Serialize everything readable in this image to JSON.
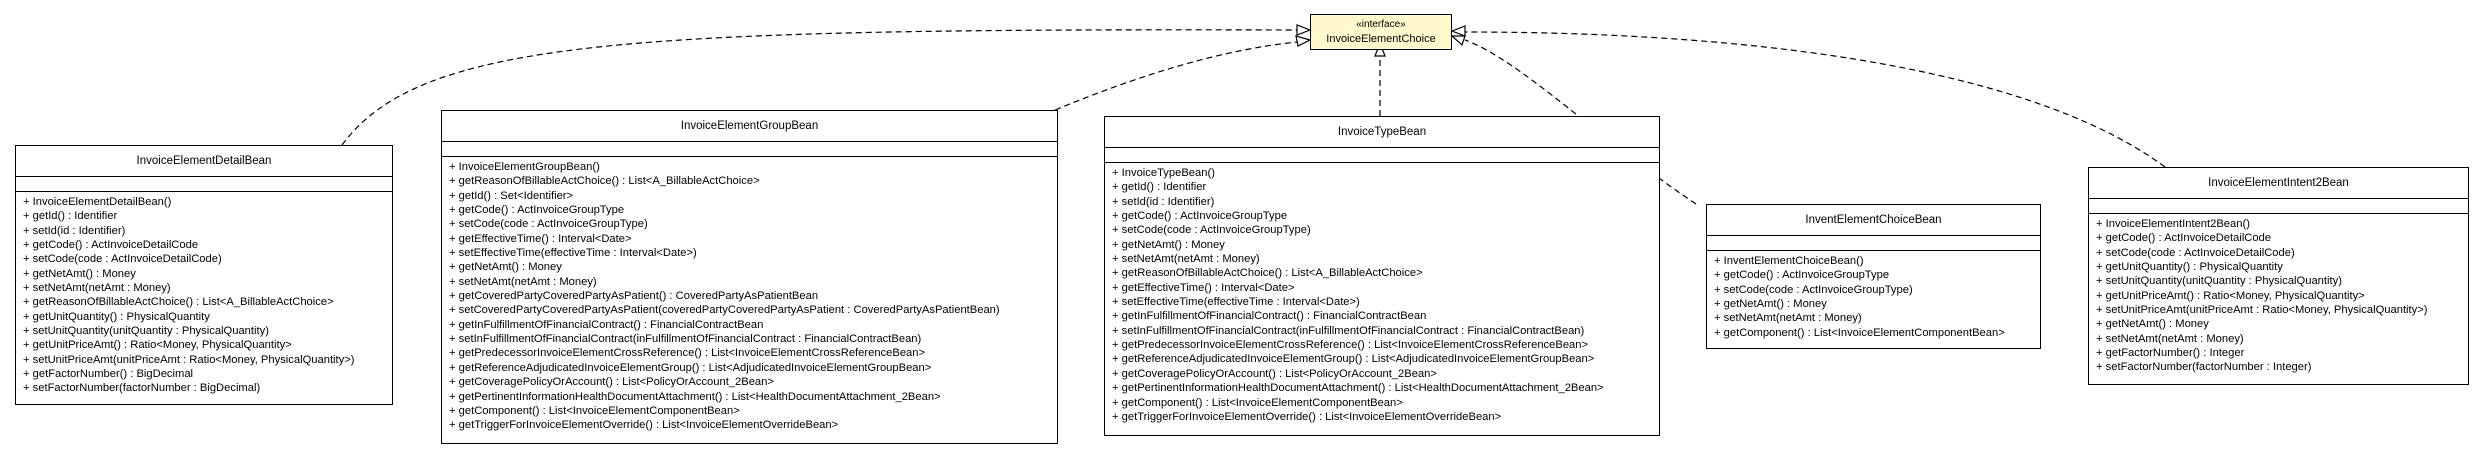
{
  "interface": {
    "stereotype": "«interface»",
    "name": "InvoiceElementChoice"
  },
  "classes": [
    {
      "name": "InvoiceElementDetailBean",
      "operations": [
        "+ InvoiceElementDetailBean()",
        "+ getId() : Identifier",
        "+ setId(id : Identifier)",
        "+ getCode() : ActInvoiceDetailCode",
        "+ setCode(code : ActInvoiceDetailCode)",
        "+ getNetAmt() : Money",
        "+ setNetAmt(netAmt : Money)",
        "+ getReasonOfBillableActChoice() : List<A_BillableActChoice>",
        "+ getUnitQuantity() : PhysicalQuantity",
        "+ setUnitQuantity(unitQuantity : PhysicalQuantity)",
        "+ getUnitPriceAmt() : Ratio<Money, PhysicalQuantity>",
        "+ setUnitPriceAmt(unitPriceAmt : Ratio<Money, PhysicalQuantity>)",
        "+ getFactorNumber() : BigDecimal",
        "+ setFactorNumber(factorNumber : BigDecimal)"
      ]
    },
    {
      "name": "InvoiceElementGroupBean",
      "operations": [
        "+ InvoiceElementGroupBean()",
        "+ getReasonOfBillableActChoice() : List<A_BillableActChoice>",
        "+ getId() : Set<Identifier>",
        "+ getCode() : ActInvoiceGroupType",
        "+ setCode(code : ActInvoiceGroupType)",
        "+ getEffectiveTime() : Interval<Date>",
        "+ setEffectiveTime(effectiveTime : Interval<Date>)",
        "+ getNetAmt() : Money",
        "+ setNetAmt(netAmt : Money)",
        "+ getCoveredPartyCoveredPartyAsPatient() : CoveredPartyAsPatientBean",
        "+ setCoveredPartyCoveredPartyAsPatient(coveredPartyCoveredPartyAsPatient : CoveredPartyAsPatientBean)",
        "+ getInFulfillmentOfFinancialContract() : FinancialContractBean",
        "+ setInFulfillmentOfFinancialContract(inFulfillmentOfFinancialContract : FinancialContractBean)",
        "+ getPredecessorInvoiceElementCrossReference() : List<InvoiceElementCrossReferenceBean>",
        "+ getReferenceAdjudicatedInvoiceElementGroup() : List<AdjudicatedInvoiceElementGroupBean>",
        "+ getCoveragePolicyOrAccount() : List<PolicyOrAccount_2Bean>",
        "+ getPertinentInformationHealthDocumentAttachment() : List<HealthDocumentAttachment_2Bean>",
        "+ getComponent() : List<InvoiceElementComponentBean>",
        "+ getTriggerForInvoiceElementOverride() : List<InvoiceElementOverrideBean>"
      ]
    },
    {
      "name": "InvoiceTypeBean",
      "operations": [
        "+ InvoiceTypeBean()",
        "+ getId() : Identifier",
        "+ setId(id : Identifier)",
        "+ getCode() : ActInvoiceGroupType",
        "+ setCode(code : ActInvoiceGroupType)",
        "+ getNetAmt() : Money",
        "+ setNetAmt(netAmt : Money)",
        "+ getReasonOfBillableActChoice() : List<A_BillableActChoice>",
        "+ getEffectiveTime() : Interval<Date>",
        "+ setEffectiveTime(effectiveTime : Interval<Date>)",
        "+ getInFulfillmentOfFinancialContract() : FinancialContractBean",
        "+ setInFulfillmentOfFinancialContract(inFulfillmentOfFinancialContract : FinancialContractBean)",
        "+ getPredecessorInvoiceElementCrossReference() : List<InvoiceElementCrossReferenceBean>",
        "+ getReferenceAdjudicatedInvoiceElementGroup() : List<AdjudicatedInvoiceElementGroupBean>",
        "+ getCoveragePolicyOrAccount() : List<PolicyOrAccount_2Bean>",
        "+ getPertinentInformationHealthDocumentAttachment() : List<HealthDocumentAttachment_2Bean>",
        "+ getComponent() : List<InvoiceElementComponentBean>",
        "+ getTriggerForInvoiceElementOverride() : List<InvoiceElementOverrideBean>"
      ]
    },
    {
      "name": "InventElementChoiceBean",
      "operations": [
        "+ InventElementChoiceBean()",
        "+ getCode() : ActInvoiceGroupType",
        "+ setCode(code : ActInvoiceGroupType)",
        "+ getNetAmt() : Money",
        "+ setNetAmt(netAmt : Money)",
        "+ getComponent() : List<InvoiceElementComponentBean>"
      ]
    },
    {
      "name": "InvoiceElementIntent2Bean",
      "operations": [
        "+ InvoiceElementIntent2Bean()",
        "+ getCode() : ActInvoiceDetailCode",
        "+ setCode(code : ActInvoiceDetailCode)",
        "+ getUnitQuantity() : PhysicalQuantity",
        "+ setUnitQuantity(unitQuantity : PhysicalQuantity)",
        "+ getUnitPriceAmt() : Ratio<Money, PhysicalQuantity>",
        "+ setUnitPriceAmt(unitPriceAmt : Ratio<Money, PhysicalQuantity>)",
        "+ getNetAmt() : Money",
        "+ setNetAmt(netAmt : Money)",
        "+ getFactorNumber() : Integer",
        "+ setFactorNumber(factorNumber : Integer)"
      ]
    }
  ]
}
